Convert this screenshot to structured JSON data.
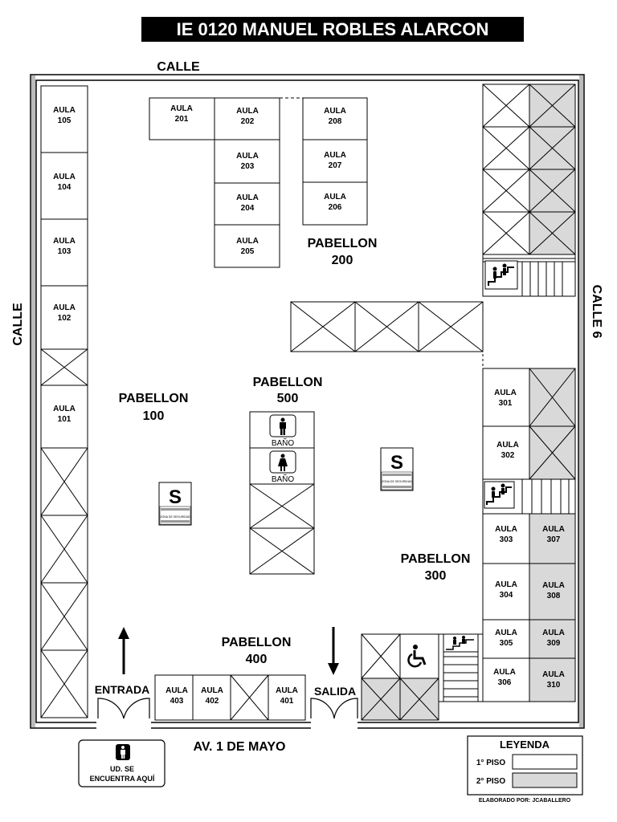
{
  "title": "IE 0120  MANUEL ROBLES ALARCON",
  "streets": {
    "top": "CALLE",
    "left": "CALLE",
    "right": "CALLE 6",
    "bottom": "AV. 1 DE MAYO"
  },
  "pavilions": {
    "p100": [
      "PABELLON",
      "100"
    ],
    "p200": [
      "PABELLON",
      "200"
    ],
    "p300": [
      "PABELLON",
      "300"
    ],
    "p400": [
      "PABELLON",
      "400"
    ],
    "p500": [
      "PABELLON",
      "500"
    ]
  },
  "classrooms": [
    {
      "label": "AULA",
      "num": "105",
      "floor": 1
    },
    {
      "label": "AULA",
      "num": "104",
      "floor": 1
    },
    {
      "label": "AULA",
      "num": "103",
      "floor": 1
    },
    {
      "label": "AULA",
      "num": "102",
      "floor": 1
    },
    {
      "label": "AULA",
      "num": "101",
      "floor": 1
    },
    {
      "label": "AULA",
      "num": "201",
      "floor": 1
    },
    {
      "label": "AULA",
      "num": "202",
      "floor": 1
    },
    {
      "label": "AULA",
      "num": "203",
      "floor": 1
    },
    {
      "label": "AULA",
      "num": "204",
      "floor": 1
    },
    {
      "label": "AULA",
      "num": "205",
      "floor": 1
    },
    {
      "label": "AULA",
      "num": "208",
      "floor": 1
    },
    {
      "label": "AULA",
      "num": "207",
      "floor": 1
    },
    {
      "label": "AULA",
      "num": "206",
      "floor": 1
    },
    {
      "label": "AULA",
      "num": "301",
      "floor": 1
    },
    {
      "label": "AULA",
      "num": "302",
      "floor": 1
    },
    {
      "label": "AULA",
      "num": "303",
      "floor": 1
    },
    {
      "label": "AULA",
      "num": "304",
      "floor": 1
    },
    {
      "label": "AULA",
      "num": "305",
      "floor": 1
    },
    {
      "label": "AULA",
      "num": "306",
      "floor": 1
    },
    {
      "label": "AULA",
      "num": "307",
      "floor": 2
    },
    {
      "label": "AULA",
      "num": "308",
      "floor": 2
    },
    {
      "label": "AULA",
      "num": "309",
      "floor": 2
    },
    {
      "label": "AULA",
      "num": "310",
      "floor": 2
    },
    {
      "label": "AULA",
      "num": "403",
      "floor": 1
    },
    {
      "label": "AULA",
      "num": "402",
      "floor": 1
    },
    {
      "label": "AULA",
      "num": "401",
      "floor": 1
    }
  ],
  "bathrooms": {
    "men": "BAÑO",
    "women": "BAÑO"
  },
  "safe_zone": {
    "letter": "S",
    "caption": "ZONA DE SEGURIDAD"
  },
  "entrance": "ENTRADA",
  "exit": "SALIDA",
  "you_are_here": [
    "UD. SE",
    "ENCUENTRA AQUÍ"
  ],
  "legend": {
    "title": "LEYENDA",
    "first_floor": "1° PISO",
    "second_floor": "2° PISO",
    "first_floor_color": "#ffffff",
    "second_floor_color": "#d9d9d9"
  },
  "credit": "ELABORADO POR: JCABALLERO",
  "icons": [
    "man-icon",
    "woman-icon",
    "wheelchair-icon",
    "stairs-icon",
    "arrow-up-icon",
    "arrow-down-icon"
  ]
}
